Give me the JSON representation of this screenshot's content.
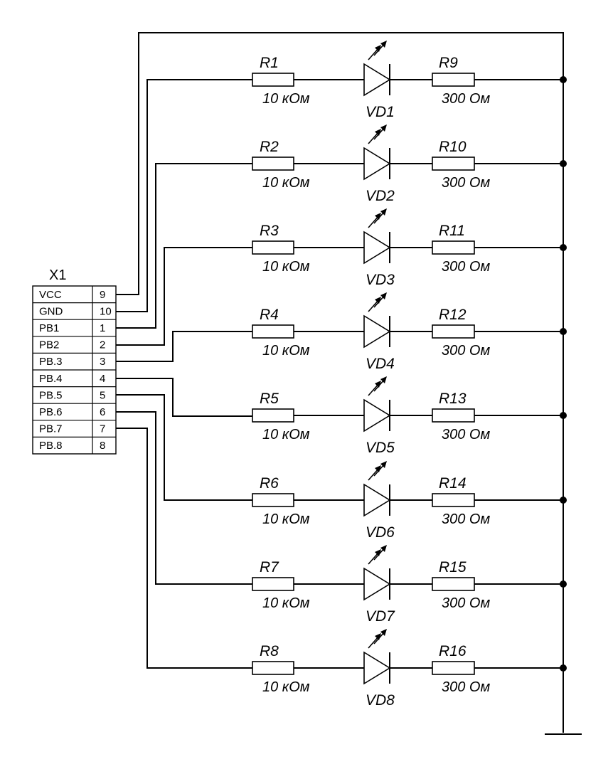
{
  "connector": {
    "ref": "X1",
    "pins": [
      {
        "signal": "VCC",
        "number": "9"
      },
      {
        "signal": "GND",
        "number": "10"
      },
      {
        "signal": "PB1",
        "number": "1"
      },
      {
        "signal": "PB2",
        "number": "2"
      },
      {
        "signal": "PB.3",
        "number": "3"
      },
      {
        "signal": "PB.4",
        "number": "4"
      },
      {
        "signal": "PB.5",
        "number": "5"
      },
      {
        "signal": "PB.6",
        "number": "6"
      },
      {
        "signal": "PB.7",
        "number": "7"
      },
      {
        "signal": "PB.8",
        "number": "8"
      }
    ]
  },
  "channels": [
    {
      "r_in": "R1",
      "r_in_value": "10 кОм",
      "led": "VD1",
      "r_out": "R9",
      "r_out_value": "300 Ом"
    },
    {
      "r_in": "R2",
      "r_in_value": "10 кОм",
      "led": "VD2",
      "r_out": "R10",
      "r_out_value": "300 Ом"
    },
    {
      "r_in": "R3",
      "r_in_value": "10 кОм",
      "led": "VD3",
      "r_out": "R11",
      "r_out_value": "300 Ом"
    },
    {
      "r_in": "R4",
      "r_in_value": "10 кОм",
      "led": "VD4",
      "r_out": "R12",
      "r_out_value": "300 Ом"
    },
    {
      "r_in": "R5",
      "r_in_value": "10 кОм",
      "led": "VD5",
      "r_out": "R13",
      "r_out_value": "300 Ом"
    },
    {
      "r_in": "R6",
      "r_in_value": "10 кОм",
      "led": "VD6",
      "r_out": "R14",
      "r_out_value": "300 Ом"
    },
    {
      "r_in": "R7",
      "r_in_value": "10 кОм",
      "led": "VD7",
      "r_out": "R15",
      "r_out_value": "300 Ом"
    },
    {
      "r_in": "R8",
      "r_in_value": "10 кОм",
      "led": "VD8",
      "r_out": "R16",
      "r_out_value": "300 Ом"
    }
  ]
}
